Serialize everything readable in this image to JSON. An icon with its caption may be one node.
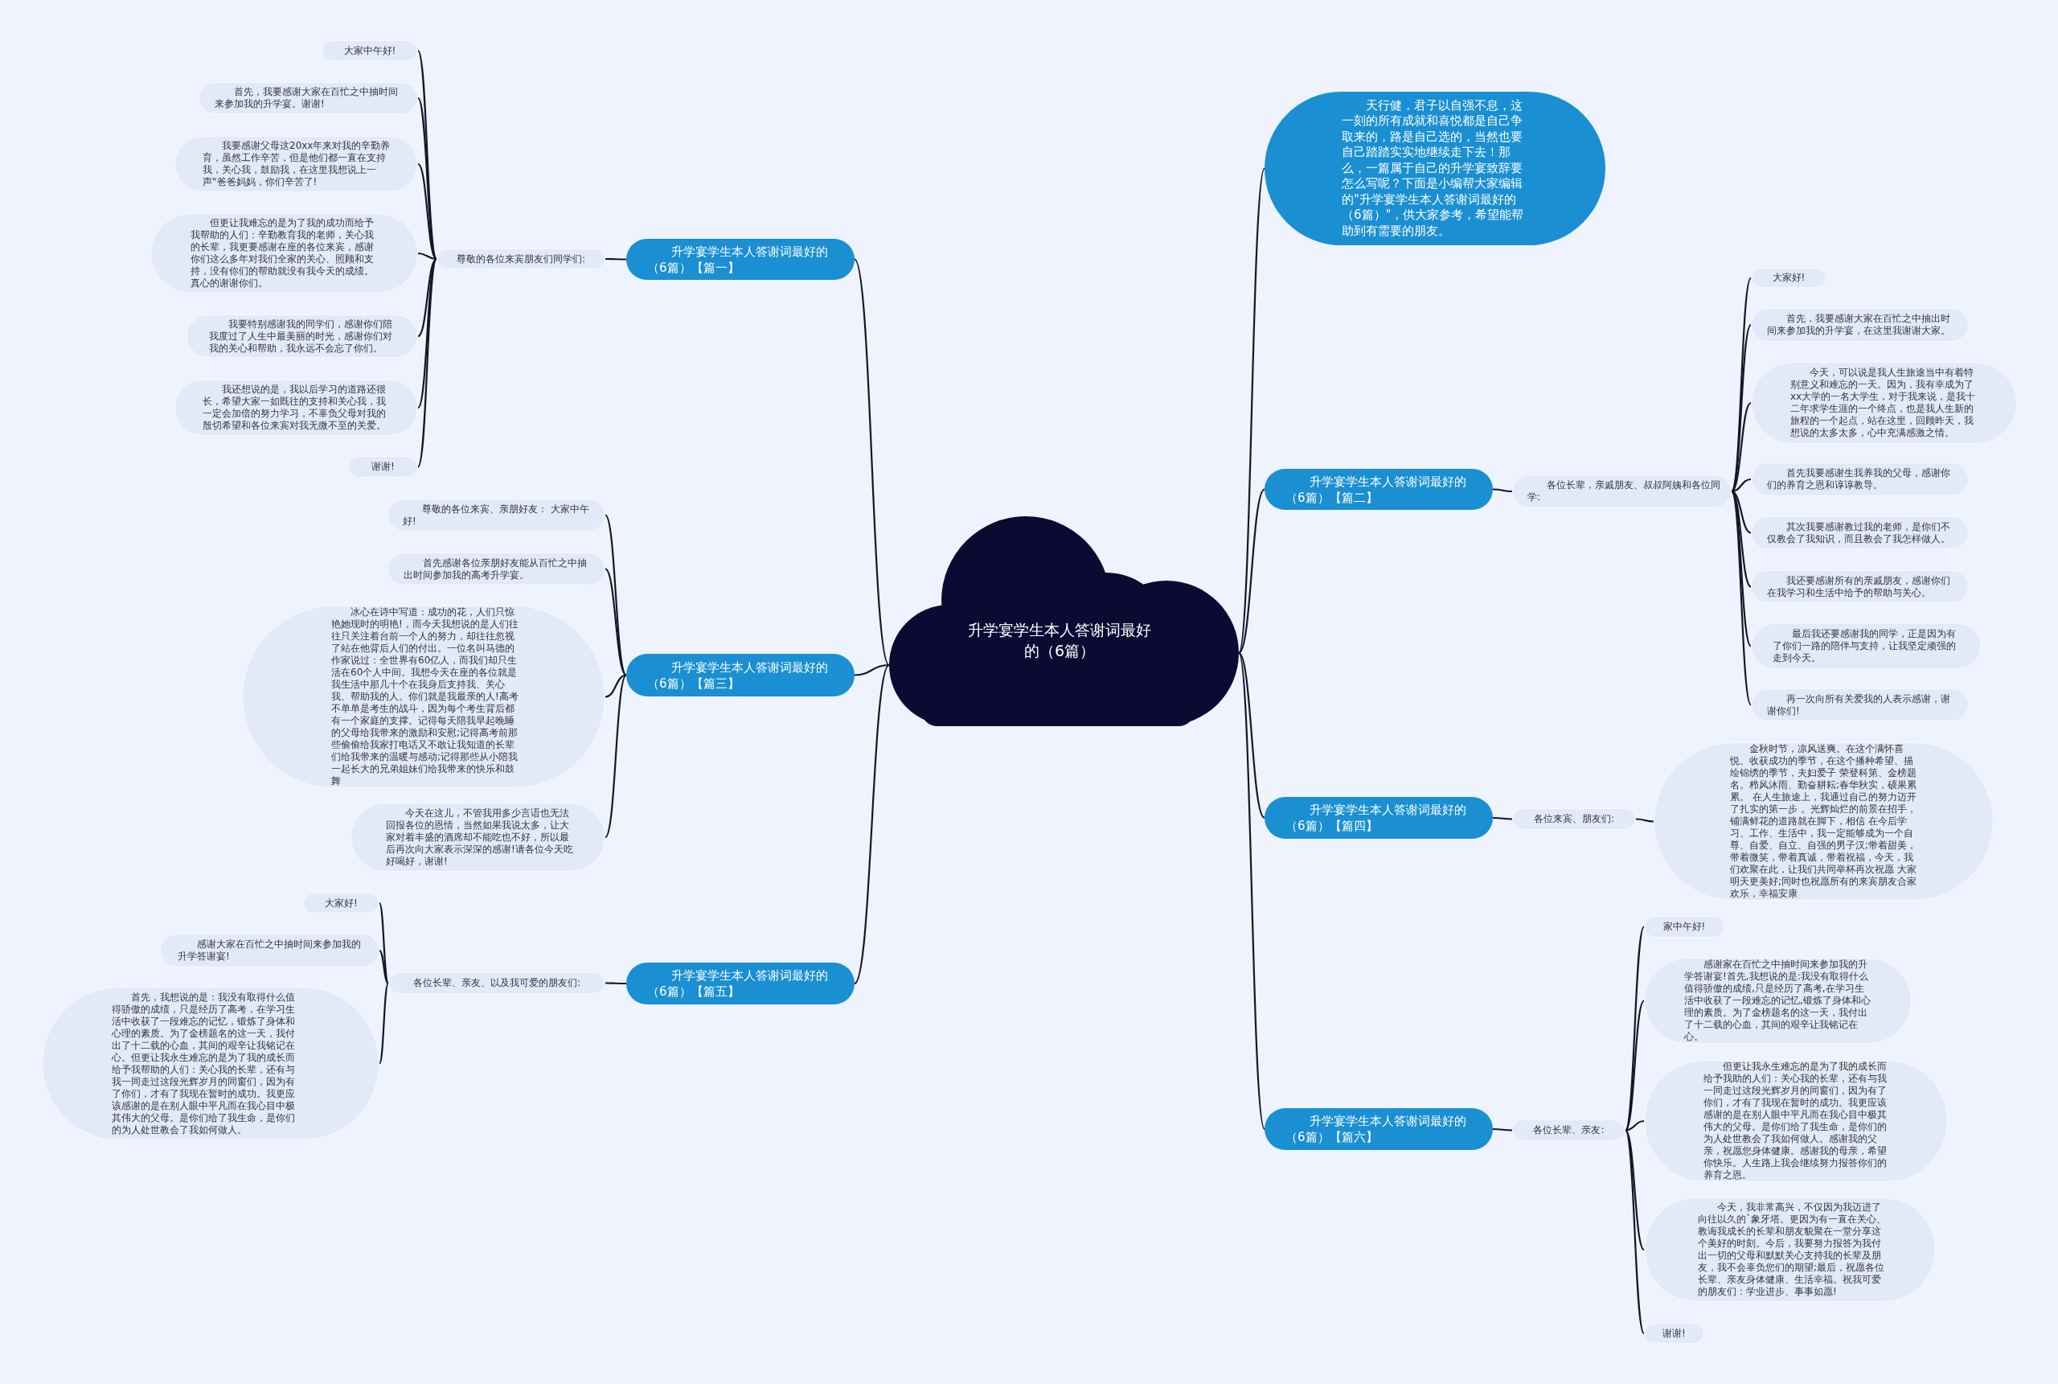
{
  "diagram": {
    "nodes": [
      {
        "text": [
          "升学宴学生本人答谢词最好的（6篇）"
        ]
      },
      {
        "text": [
          "天行健，君子以自强不息，这一刻的所有成就和喜悦都是自己争取来的，路是自己选的，当然也要自己踏踏实实地继续走下去！那么，一篇属于自己的升学宴致辞要怎么写呢？下面是小编帮大家编辑的\"升学宴学生本人答谢词最好的（6篇）\"，供大家参考，希望能帮助到有需要的朋友。"
        ]
      },
      {
        "text": [
          "升学宴学生本人答谢词最好的（6篇）【篇一】"
        ]
      },
      {
        "text": [
          "尊敬的各位来宾朋友们同学们:"
        ]
      },
      {
        "text": [
          "大家中午好!"
        ]
      },
      {
        "text": [
          "首先，我要感谢大家在百忙之中抽时间来参加我的升学宴。谢谢!"
        ]
      },
      {
        "text": [
          "我要感谢父母这20xx年来对我的辛勤养育，虽然工作辛苦，但是他们都一直在支持我，关心我，鼓励我，在这里我想说上一声\"爸爸妈妈，你们辛苦了!"
        ]
      },
      {
        "text": [
          "但更让我难忘的是为了我的成功而给予我帮助的人们：辛勤教育我的老师，关心我的长辈，我更要感谢在座的各位来宾，感谢你们这么多年对我们全家的关心、照顾和支持，没有你们的帮助就没有我今天的成绩。真心的谢谢你们。"
        ]
      },
      {
        "text": [
          "我要特别感谢我的同学们，感谢你们陪我度过了人生中最美丽的时光，感谢你们对我的关心和帮助，我永远不会忘了你们。"
        ]
      },
      {
        "text": [
          "我还想说的是，我以后学习的道路还很长，希望大家一如既往的支持和关心我，我一定会加倍的努力学习，不辜负父母对我的殷切希望和各位来宾对我无微不至的关爱。"
        ]
      },
      {
        "text": [
          "谢谢!"
        ]
      },
      {
        "text": [
          "升学宴学生本人答谢词最好的（6篇）【篇二】"
        ]
      },
      {
        "text": [
          "各位长辈，亲戚朋友、叔叔阿姨和各位同学:"
        ]
      },
      {
        "text": [
          "大家好!"
        ]
      },
      {
        "text": [
          "首先，我要感谢大家在百忙之中抽出时间来参加我的升学宴，在这里我谢谢大家。"
        ]
      },
      {
        "text": [
          "今天，可以说是我人生旅途当中有着特别意义和难忘的一天。因为，我有幸成为了xx大学的一名大学生，对于我来说，是我十二年求学生涯的一个终点，也是我人生新的旅程的一个起点，站在这里，回顾昨天，我想说的太多太多，心中充满感激之情。"
        ]
      },
      {
        "text": [
          "首先我要感谢生我养我的父母，感谢你们的养育之恩和谆谆教导。"
        ]
      },
      {
        "text": [
          "其次我要感谢教过我的老师，是你们不仅教会了我知识，而且教会了我怎样做人。"
        ]
      },
      {
        "text": [
          "我还要感谢所有的亲戚朋友，感谢你们在我学习和生活中给予的帮助与关心。"
        ]
      },
      {
        "text": [
          "最后我还要感谢我的同学，正是因为有了你们一路的陪伴与支持，让我坚定顽强的走到今天。"
        ]
      },
      {
        "text": [
          "再一次向所有关爱我的人表示感谢，谢谢你们!"
        ]
      },
      {
        "text": [
          "升学宴学生本人答谢词最好的（6篇）【篇三】"
        ]
      },
      {
        "text": [
          "尊敬的各位来宾、亲朋好友： 大家中午好!"
        ]
      },
      {
        "text": [
          "首先感谢各位亲朋好友能从百忙之中抽出时间参加我的高考升学宴。"
        ]
      },
      {
        "text": [
          "冰心在诗中写道：成功的花，人们只惊艳她现时的明艳!，而今天我想说的是人们往往只关注着台前一个人的努力，却往往忽视了站在他背后人们的付出。一位名叫马德的作家说过：全世界有60亿人，而我们却只生活在60个人中间。我想今天在座的各位就是我生活中那几十个在我身后支持我、关心我、帮助我的人。你们就是我最亲的人!高考不单单是考生的战斗，因为每个考生背后都有一个家庭的支撑。记得每天陪我早起晚睡的父母给我带来的激励和安慰;记得高考前那些偷偷给我家打电话又不敢让我知道的长辈们给我带来的温暖与感动;记得那些从小陪我一起长大的兄弟姐妹们给我带来的快乐和鼓舞"
        ]
      },
      {
        "text": [
          "今天在这儿，不管我用多少言语也无法回报各位的恩情，当然如果我说太多，让大家对着丰盛的酒席却不能吃也不好，所以最后再次向大家表示深深的感谢!请各位今天吃好喝好，谢谢!"
        ]
      },
      {
        "text": [
          "升学宴学生本人答谢词最好的（6篇）【篇四】"
        ]
      },
      {
        "text": [
          "各位来宾、朋友们:"
        ]
      },
      {
        "text": [
          "金秋时节，凉风送爽。在这个满怀喜悦、收获成功的季节，在这个播种希望、描绘锦绣的季节，夫妇爱子 荣登科第、金榜题名。栉风沐雨、勤奋耕耘;春华秋实，硕果累累。 在人生旅途上，我通过自己的努力迈开了扎实的第一步 。光辉灿烂的前景在招手，铺满鲜花的道路就在脚下，相信 在今后学习、工作、生活中，我一定能够成为一个自尊、自爱、自立、自强的男子汉;带着甜美，带着微笑，带着真诚，带着祝福，今天，我们欢聚在此，让我们共同举杯再次祝愿 大家明天更美好;同时也祝愿所有的来宾朋友合家欢乐，幸福安康"
        ]
      },
      {
        "text": [
          "升学宴学生本人答谢词最好的（6篇）【篇五】"
        ]
      },
      {
        "text": [
          "各位长辈、亲友、以及我可爱的朋友们:"
        ]
      },
      {
        "text": [
          "大家好!"
        ]
      },
      {
        "text": [
          "感谢大家在百忙之中抽时间来参加我的升学答谢宴!"
        ]
      },
      {
        "text": [
          "首先，我想说的是：我没有取得什么值得骄傲的成绩，只是经历了高考，在学习生活中收获了一段难忘的记忆，锻炼了身体和心理的素质。为了金榜题名的这一天，我付出了十二载的心血，其间的艰辛让我铭记在心。但更让我永生难忘的是为了我的成长而给予我帮助的人们：关心我的长辈，还有与我一同走过这段光辉岁月的同窗们，因为有了你们，才有了我现在暂时的成功。我更应该感谢的是在别人眼中平凡而在我心目中极其伟大的父母。是你们给了我生命，是你们的为人处世教会了我如何做人。"
        ]
      },
      {
        "text": [
          "升学宴学生本人答谢词最好的（6篇）【篇六】"
        ]
      },
      {
        "text": [
          "各位长辈、亲友:"
        ]
      },
      {
        "text": [
          "家中午好!"
        ]
      },
      {
        "text": [
          "感谢家在百忙之中抽时间来参加我的升学答谢宴!首先,我想说的是:我没有取得什么值得骄傲的成绩,只是经历了高考,在学习生活中收获了一段难忘的记忆,锻炼了身体和心理的素质。为了金榜题名的这一天，我付出了十二载的心血，其间的艰辛让我铭记在心。"
        ]
      },
      {
        "text": [
          "但更让我永生难忘的是为了我的成长而给予我助的人们：关心我的长辈，还有与我一同走过这段光辉岁月的同窗们，因为有了你们，才有了我现在暂时的成功。我更应该感谢的是在别人眼中平凡而在我心目中极其伟大的父母。是你们给了我生命，是你们的为人处世教会了我如何做人。感谢我的父亲，祝愿您身体健康。感谢我的母亲，希望你快乐。人生路上我会继续努力报答你们的养育之恩。"
        ]
      },
      {
        "text": [
          "今天，我非常高兴，不仅因为我迈进了向往以久的`象牙塔。更因为有一直在关心、教诲我成长的长辈和朋友貌聚在一堂分享这个美好的时刻。今后，我要努力报答为我付出一切的父母和默默关心支持我的长辈及朋友，我不会辜负您们的期望;最后，祝愿各位长辈、亲友身体健康、生活幸福。祝我可爱的朋友们：学业进步、事事如愿!"
        ]
      },
      {
        "text": [
          "谢谢!"
        ]
      }
    ],
    "edges": [
      {
        "from": 0,
        "to": 1,
        "arrow": "none"
      },
      {
        "from": 0,
        "to": 2,
        "arrow": "none"
      },
      {
        "from": 2,
        "to": 3,
        "arrow": "none"
      },
      {
        "from": 3,
        "to": 4,
        "arrow": "none"
      },
      {
        "from": 3,
        "to": 5,
        "arrow": "none"
      },
      {
        "from": 3,
        "to": 6,
        "arrow": "none"
      },
      {
        "from": 3,
        "to": 7,
        "arrow": "none"
      },
      {
        "from": 3,
        "to": 8,
        "arrow": "none"
      },
      {
        "from": 3,
        "to": 9,
        "arrow": "none"
      },
      {
        "from": 3,
        "to": 10,
        "arrow": "none"
      },
      {
        "from": 0,
        "to": 11,
        "arrow": "none"
      },
      {
        "from": 11,
        "to": 12,
        "arrow": "none"
      },
      {
        "from": 12,
        "to": 13,
        "arrow": "none"
      },
      {
        "from": 12,
        "to": 14,
        "arrow": "none"
      },
      {
        "from": 12,
        "to": 15,
        "arrow": "none"
      },
      {
        "from": 12,
        "to": 16,
        "arrow": "none"
      },
      {
        "from": 12,
        "to": 17,
        "arrow": "none"
      },
      {
        "from": 12,
        "to": 18,
        "arrow": "none"
      },
      {
        "from": 12,
        "to": 19,
        "arrow": "none"
      },
      {
        "from": 12,
        "to": 20,
        "arrow": "none"
      },
      {
        "from": 0,
        "to": 21,
        "arrow": "none"
      },
      {
        "from": 21,
        "to": 22,
        "arrow": "none"
      },
      {
        "from": 21,
        "to": 23,
        "arrow": "none"
      },
      {
        "from": 21,
        "to": 24,
        "arrow": "none"
      },
      {
        "from": 21,
        "to": 25,
        "arrow": "none"
      },
      {
        "from": 0,
        "to": 26,
        "arrow": "none"
      },
      {
        "from": 26,
        "to": 27,
        "arrow": "none"
      },
      {
        "from": 27,
        "to": 28,
        "arrow": "none"
      },
      {
        "from": 0,
        "to": 29,
        "arrow": "none"
      },
      {
        "from": 29,
        "to": 30,
        "arrow": "none"
      },
      {
        "from": 30,
        "to": 31,
        "arrow": "none"
      },
      {
        "from": 30,
        "to": 32,
        "arrow": "none"
      },
      {
        "from": 30,
        "to": 33,
        "arrow": "none"
      },
      {
        "from": 0,
        "to": 34,
        "arrow": "none"
      },
      {
        "from": 34,
        "to": 35,
        "arrow": "none"
      },
      {
        "from": 35,
        "to": 36,
        "arrow": "none"
      },
      {
        "from": 35,
        "to": 37,
        "arrow": "none"
      },
      {
        "from": 35,
        "to": 38,
        "arrow": "none"
      },
      {
        "from": 35,
        "to": 39,
        "arrow": "none"
      },
      {
        "from": 35,
        "to": 40,
        "arrow": "none"
      }
    ]
  }
}
